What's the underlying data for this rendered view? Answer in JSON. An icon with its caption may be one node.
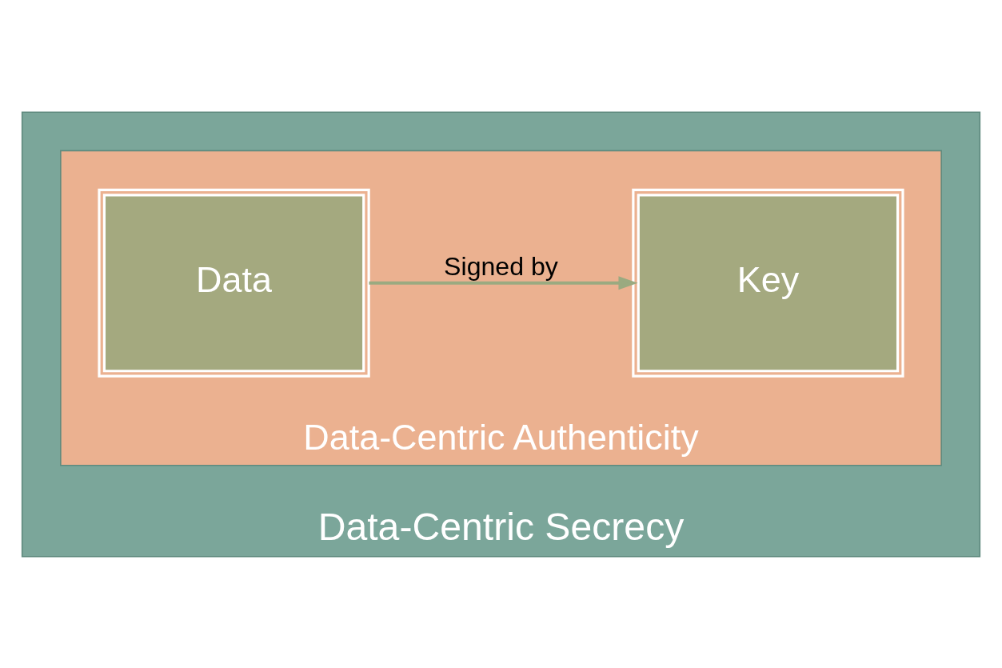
{
  "diagram": {
    "nodes": [
      {
        "text": [
          "Data-Centric Secrecy"
        ]
      },
      {
        "text": [
          "Data-Centric Authenticity"
        ],
        "in": 0
      },
      {
        "text": [
          "Data"
        ],
        "in": 1
      },
      {
        "text": [
          "Key"
        ],
        "in": 1
      }
    ],
    "edges": [
      {
        "from": 2,
        "to": 3,
        "label": "Signed by",
        "arrow": "to"
      }
    ]
  }
}
